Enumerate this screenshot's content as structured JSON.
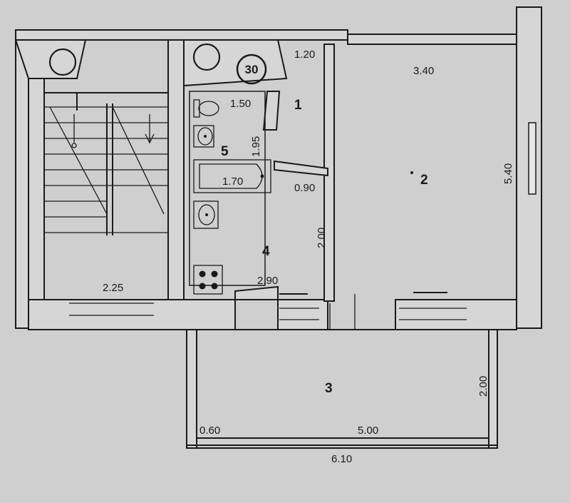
{
  "plan": {
    "badge_number": "30",
    "rooms": {
      "r1": "1",
      "r2": "2",
      "r3": "3",
      "r4": "4",
      "r5": "5"
    },
    "dimensions": {
      "corridor_width": "1.20",
      "room2_width": "3.40",
      "room2_length": "5.40",
      "bath_width": "1.50",
      "bath_length": "1.95",
      "bathtub_length": "1.70",
      "hall_recess": "0.90",
      "kitchen_length": "2.00",
      "kitchen_width": "2.90",
      "stair_width": "2.25",
      "balcony_depth": "2.00",
      "balcony_side": "0.60",
      "balcony_inner": "5.00",
      "balcony_total": "6.10"
    },
    "fixtures": [
      "toilet-icon",
      "washbasin-icon",
      "bathtub-icon",
      "kitchen-sink-icon",
      "stove-icon"
    ],
    "colors": {
      "paper": "#cfcfcf",
      "ink": "#1a1a1a"
    }
  }
}
